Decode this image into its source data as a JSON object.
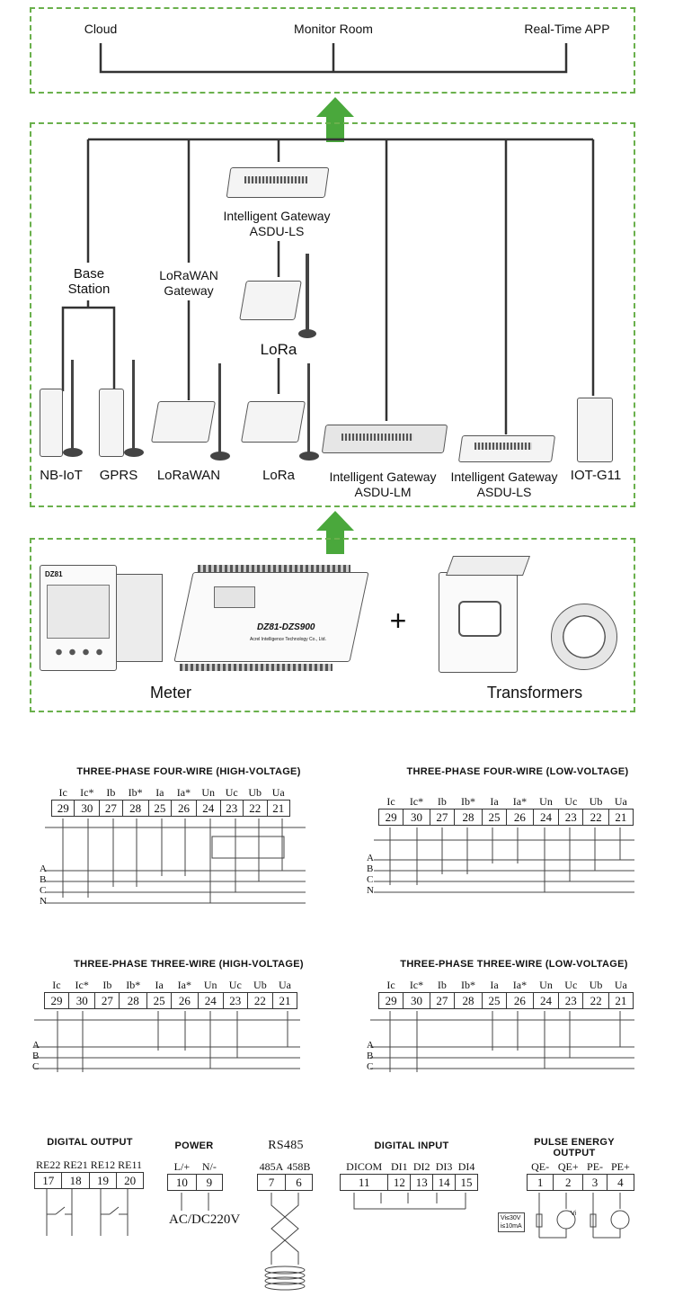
{
  "top": {
    "cloud": "Cloud",
    "monitor_room": "Monitor Room",
    "realtime_app": "Real-Time APP"
  },
  "network": {
    "gateway_top": "Intelligent Gateway\nASDU-LS",
    "base_station": "Base\nStation",
    "lorawan_gateway": "LoRaWAN\nGateway",
    "lora_mid": "LoRa",
    "nbiot": "NB-IoT",
    "gprs": "GPRS",
    "lorawan": "LoRaWAN",
    "lora": "LoRa",
    "gateway_lm": "Intelligent Gateway\nASDU-LM",
    "gateway_ls": "Intelligent Gateway\nASDU-LS",
    "iotg11": "IOT-G11"
  },
  "devices": {
    "meter_label": "Meter",
    "transformers_label": "Transformers",
    "plus": "+",
    "meter_model": "DZ81-DZS900",
    "meter_company": "Acrel Intelligence Technology Co., Ltd.",
    "display_brand": "DZ81"
  },
  "wiring": {
    "diagrams": [
      {
        "title": "THREE-PHASE FOUR-WIRE (HIGH-VOLTAGE)",
        "lines": [
          "A",
          "B",
          "C",
          "N"
        ]
      },
      {
        "title": "THREE-PHASE FOUR-WIRE (LOW-VOLTAGE)",
        "lines": [
          "A",
          "B",
          "C",
          "N"
        ]
      },
      {
        "title": "THREE-PHASE THREE-WIRE (HIGH-VOLTAGE)",
        "lines": [
          "A",
          "B",
          "C"
        ]
      },
      {
        "title": "THREE-PHASE THREE-WIRE (LOW-VOLTAGE)",
        "lines": [
          "A",
          "B",
          "C"
        ]
      }
    ],
    "headers": [
      "Ic",
      "Ic*",
      "Ib",
      "Ib*",
      "Ia",
      "Ia*",
      "Un",
      "Uc",
      "Ub",
      "Ua"
    ],
    "numbers": [
      "29",
      "30",
      "27",
      "28",
      "25",
      "26",
      "24",
      "23",
      "22",
      "21"
    ]
  },
  "terminals": {
    "digital_output": {
      "title": "DIGITAL OUTPUT",
      "headers": [
        "RE22",
        "RE21",
        "RE12",
        "RE11"
      ],
      "numbers": [
        "17",
        "18",
        "19",
        "20"
      ]
    },
    "power": {
      "title": "POWER",
      "headers": [
        "L/+",
        "N/-"
      ],
      "numbers": [
        "10",
        "9"
      ],
      "note": "AC/DC220V"
    },
    "rs485": {
      "title": "RS485",
      "headers": [
        "485A",
        "458B"
      ],
      "numbers": [
        "7",
        "6"
      ]
    },
    "digital_input": {
      "title": "DIGITAL INPUT",
      "headers": [
        "DICOM",
        "DI1",
        "DI2",
        "DI3",
        "DI4"
      ],
      "numbers": [
        "11",
        "12",
        "13",
        "14",
        "15"
      ]
    },
    "pulse": {
      "title": "PULSE ENERGY\nOUTPUT",
      "headers": [
        "QE-",
        "QE+",
        "PE-",
        "PE+"
      ],
      "numbers": [
        "1",
        "2",
        "3",
        "4"
      ],
      "note": "Vi≤30V\ni≤10mA",
      "vi": "Vi"
    }
  },
  "colors": {
    "accent": "#4aa83c",
    "dashed": "#6ab04c"
  }
}
